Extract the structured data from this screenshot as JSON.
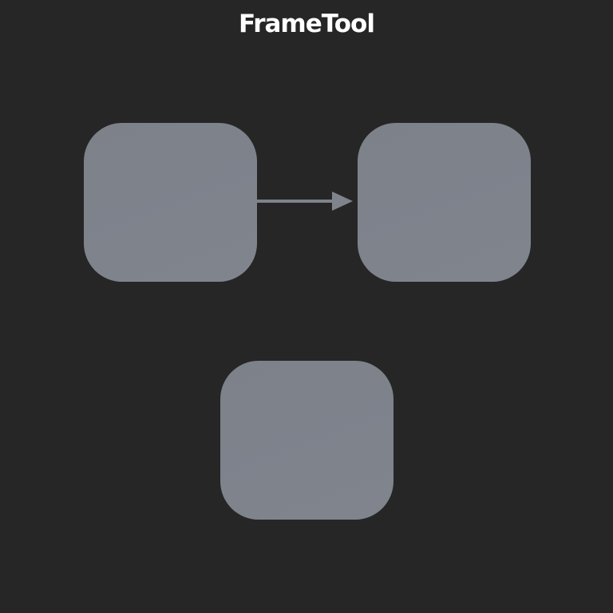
{
  "app": {
    "title": "FrameTool"
  },
  "colors": {
    "background": "#262626",
    "frame_fill": "#7f838c",
    "connector": "#7f838c",
    "title_text": "#ffffff"
  },
  "frames": [
    {
      "id": "frame-1"
    },
    {
      "id": "frame-2"
    },
    {
      "id": "frame-3"
    }
  ],
  "connectors": [
    {
      "from": "frame-1",
      "to": "frame-2",
      "arrow": "end"
    }
  ]
}
